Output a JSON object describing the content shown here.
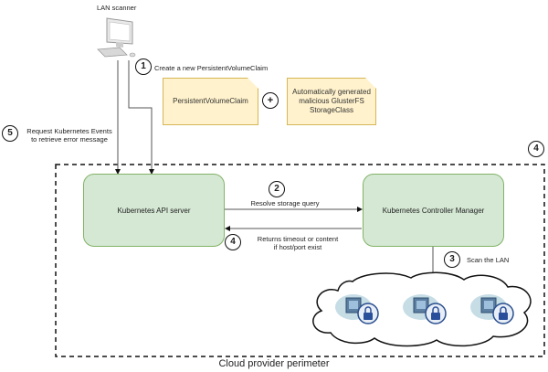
{
  "diagram": {
    "scanner_label": "LAN scanner",
    "step1": {
      "number": "1",
      "label": "Create a new PersistentVolumeClaim"
    },
    "pvc_note": "PersistentVolumeClaim",
    "plus_symbol": "+",
    "storageclass_note": "Automatically generated malicious GlusterFS StorageClass",
    "step5": {
      "number": "5",
      "label_line1": "Request Kubernetes Events",
      "label_line2": "to retrieve error message"
    },
    "step4_perimeter": {
      "number": "4"
    },
    "api_server": "Kubernetes API server",
    "controller_manager": "Kubernetes Controller Manager",
    "step2": {
      "number": "2",
      "label": "Resolve storage query"
    },
    "step4": {
      "number": "4",
      "label_line1": "Returns timeout or content",
      "label_line2": "if host/port exist"
    },
    "step3": {
      "number": "3",
      "label": "Scan the LAN"
    },
    "lan_hosts": [
      {
        "icon": "secured-server-icon"
      },
      {
        "icon": "secured-server-icon"
      },
      {
        "icon": "secured-server-icon"
      }
    ],
    "perimeter_label": "Cloud provider perimeter"
  }
}
